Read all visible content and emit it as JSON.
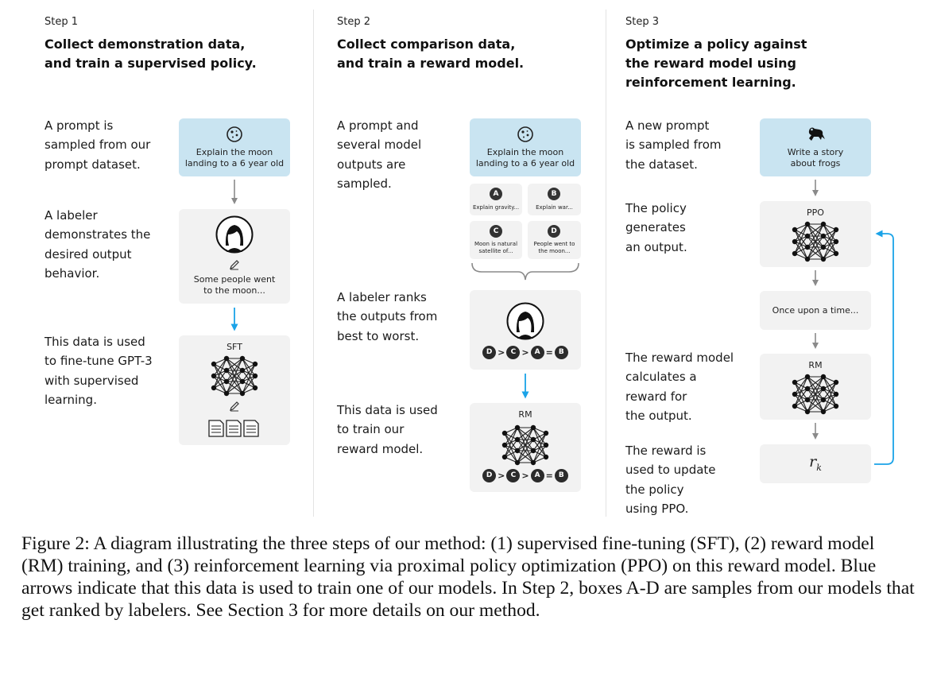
{
  "step1": {
    "label": "Step 1",
    "title_line1": "Collect demonstration data,",
    "title_line2": "and train a supervised policy.",
    "desc1": [
      "A prompt is",
      "sampled from our",
      "prompt dataset."
    ],
    "desc2": [
      "A labeler",
      "demonstrates the",
      "desired output",
      "behavior."
    ],
    "desc3": [
      "This data is used",
      "to fine-tune GPT-3",
      "with supervised",
      "learning."
    ],
    "prompt_text": [
      "Explain the moon",
      "landing to a 6 year old"
    ],
    "demo_text": [
      "Some people went",
      "to the moon..."
    ],
    "model_label": "SFT"
  },
  "step2": {
    "label": "Step 2",
    "title_line1": "Collect comparison data,",
    "title_line2": "and train a reward model.",
    "desc1": [
      "A prompt and",
      "several model",
      "outputs are",
      "sampled."
    ],
    "desc2": [
      "A labeler ranks",
      "the outputs from",
      "best to worst."
    ],
    "desc3": [
      "This data is used",
      "to train our",
      "reward model."
    ],
    "prompt_text": [
      "Explain the moon",
      "landing to a 6 year old"
    ],
    "samples": [
      {
        "id": "A",
        "text": [
          "Explain gravity..."
        ]
      },
      {
        "id": "B",
        "text": [
          "Explain war..."
        ]
      },
      {
        "id": "C",
        "text": [
          "Moon is natural",
          "satellite of..."
        ]
      },
      {
        "id": "D",
        "text": [
          "People went to",
          "the moon..."
        ]
      }
    ],
    "ranking": [
      "D",
      ">",
      "C",
      ">",
      "A",
      "=",
      "B"
    ],
    "model_label": "RM"
  },
  "step3": {
    "label": "Step 3",
    "title_line1": "Optimize a policy against",
    "title_line2": "the reward model using",
    "title_line3": "reinforcement learning.",
    "desc1": [
      "A new prompt",
      "is sampled from",
      "the dataset."
    ],
    "desc2": [
      "The policy",
      "generates",
      "an output."
    ],
    "desc3": [
      "The reward model",
      "calculates a",
      "reward for",
      "the output."
    ],
    "desc4": [
      "The reward is",
      "used to update",
      "the policy",
      "using PPO."
    ],
    "prompt_text": [
      "Write a story",
      "about frogs"
    ],
    "policy_label": "PPO",
    "output_text": "Once upon a time...",
    "rm_label": "RM",
    "reward_symbol": "r",
    "reward_subscript": "k"
  },
  "caption": "Figure 2: A diagram illustrating the three steps of our method: (1) supervised fine-tuning (SFT), (2) reward model (RM) training, and (3) reinforcement learning via proximal policy optimization (PPO) on this reward model. Blue arrows indicate that this data is used to train one of our models. In Step 2, boxes A-D are samples from our models that get ranked by labelers. See Section 3 for more details on our method.",
  "colors": {
    "prompt_box": "#c9e4f1",
    "gray_box": "#f2f2f2",
    "blue_arrow": "#1aa3e8",
    "gray_arrow": "#8a8a8a"
  },
  "icons": [
    "moon-icon",
    "frog-icon",
    "labeler-avatar-icon",
    "pencil-icon",
    "neural-network-icon",
    "document-icon"
  ]
}
